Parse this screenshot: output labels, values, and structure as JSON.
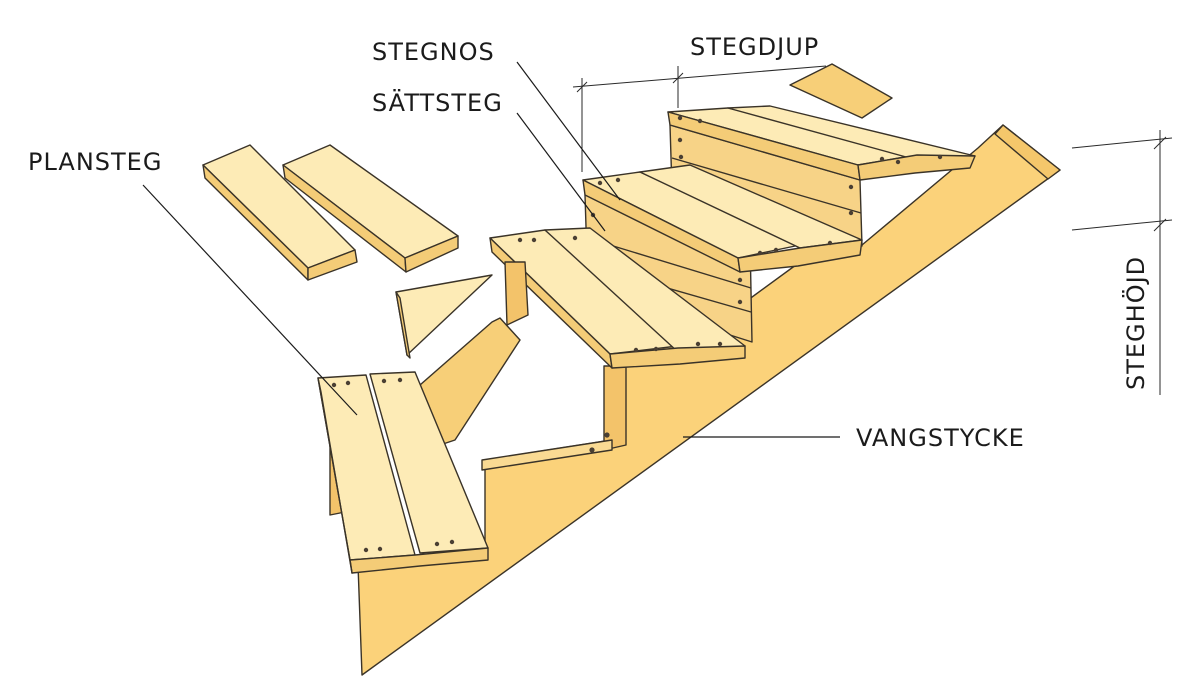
{
  "labels": {
    "stegnos": "STEGNOS",
    "sattsteg": "SÄTTSTEG",
    "plansteg": "PLANSTEG",
    "stegdjup": "STEGDJUP",
    "steghojd": "STEGHÖJD",
    "vangstycke": "VANGSTYCKE"
  },
  "colors": {
    "stringer": "#fbd27a",
    "stringer_side": "#f5c76b",
    "board_top": "#fdebb6",
    "board_edge": "#f4cc77",
    "edge": "#3a3328",
    "hole": "#4a3f33",
    "line": "#1b1b1b"
  }
}
